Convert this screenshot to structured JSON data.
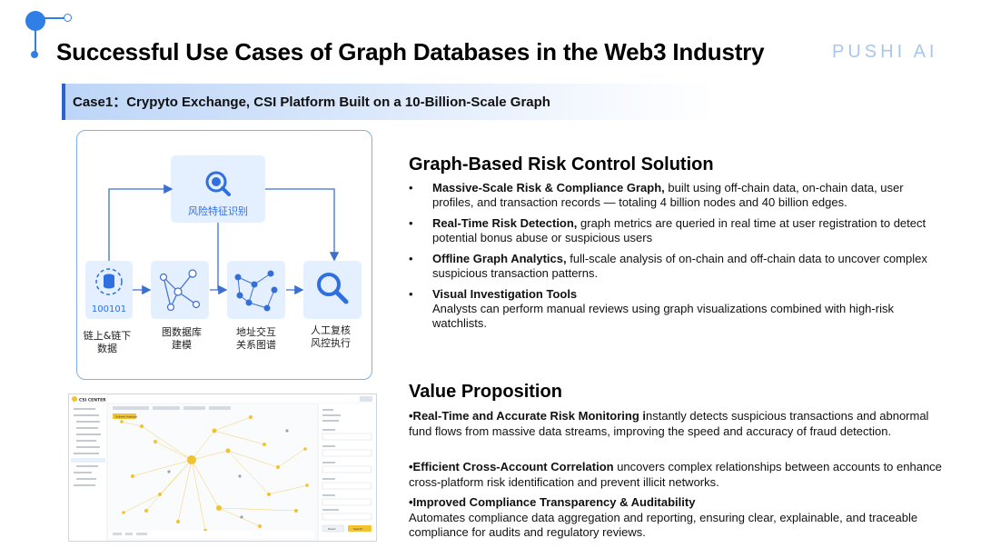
{
  "title": "Successful Use Cases of Graph Databases in the Web3 Industry",
  "brand": "PUSHI AI",
  "case_label": "Case1：Crypyto Exchange, CSI Platform Built on a 10-Billion-Scale Graph",
  "diagram": {
    "top_node": "风险特征识别",
    "data_code": "100101",
    "nodes": [
      {
        "line1": "链上&链下",
        "line2": "数据"
      },
      {
        "line1": "图数据库",
        "line2": "建模"
      },
      {
        "line1": "地址交互",
        "line2": "关系图谱"
      },
      {
        "line1": "人工复核",
        "line2": "风控执行"
      }
    ]
  },
  "screenshot": {
    "app_name": "CSI CENTER",
    "filter_button": "Submit Analysis",
    "search_button": "Search",
    "reset_button": "Reset"
  },
  "risk": {
    "heading": "Graph-Based Risk Control Solution",
    "items": [
      {
        "bold": "Massive-Scale Risk & Compliance Graph,",
        "rest": " built using off-chain data, on-chain data, user profiles, and transaction records — totaling 4 billion nodes and 40 billion edges."
      },
      {
        "bold": "Real-Time Risk Detection,",
        "rest": " graph metrics are queried in real time at user registration to detect potential bonus abuse or suspicious users"
      },
      {
        "bold": "Offline Graph Analytics,",
        "rest": " full-scale analysis of on-chain and off-chain data to uncover complex suspicious transaction patterns."
      },
      {
        "bold": "Visual Investigation Tools",
        "rest": "Analysts can perform manual reviews using graph visualizations combined with high-risk watchlists."
      }
    ]
  },
  "value": {
    "heading": "Value Proposition",
    "items": [
      {
        "bold": "•Real-Time and Accurate Risk Monitoring i",
        "rest": "nstantly detects suspicious transactions and abnormal fund flows from massive data streams, improving the speed and accuracy of fraud detection."
      },
      {
        "bold": "•Efficient Cross-Account Correlation",
        "rest": " uncovers complex relationships between accounts to enhance cross-platform risk identification and prevent illicit networks."
      },
      {
        "bold": "•Improved Compliance Transparency & Auditability",
        "rest": "Automates compliance data aggregation and reporting, ensuring clear, explainable, and traceable compliance for audits and regulatory reviews."
      }
    ]
  },
  "colors": {
    "accent": "#2f7fe6",
    "node_fill": "#e4efff",
    "panel_border": "#7fb0ea",
    "graph_yellow": "#f2c230"
  }
}
